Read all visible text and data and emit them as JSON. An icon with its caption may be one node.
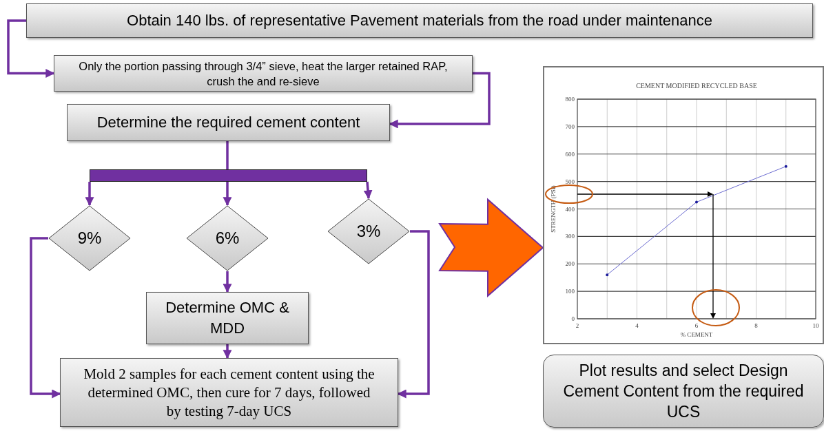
{
  "diagram": {
    "nodes": [
      {
        "text": [
          "Obtain 140 lbs. of representative Pavement materials from the road under maintenance"
        ]
      },
      {
        "text": [
          "Only the portion passing through 3/4” sieve, heat the larger retained RAP, crush the and re-sieve"
        ]
      },
      {
        "text": [
          "Determine the required cement content"
        ]
      },
      {
        "text": [],
        "shape": "bar"
      },
      {
        "text": [
          "9%"
        ]
      },
      {
        "text": [
          "6%"
        ]
      },
      {
        "text": [
          "3%"
        ]
      },
      {
        "text": [
          "Determine OMC & MDD"
        ]
      },
      {
        "text": [
          "Mold 2 samples for each cement content using the determined OMC, then cure for 7 days, followed by testing 7-day UCS"
        ]
      },
      {
        "text": [],
        "shape": "box"
      },
      {
        "text": [
          "Plot results and select Design Cement Content from the required UCS"
        ]
      }
    ],
    "edges": [
      {
        "from": 0,
        "to": 1,
        "arrow": "to"
      },
      {
        "from": 1,
        "to": 2,
        "arrow": "to"
      },
      {
        "from": 2,
        "to": 3,
        "arrow": "none"
      },
      {
        "from": 3,
        "to": 4,
        "arrow": "to"
      },
      {
        "from": 3,
        "to": 5,
        "arrow": "to"
      },
      {
        "from": 3,
        "to": 6,
        "arrow": "to"
      },
      {
        "from": 5,
        "to": 7,
        "arrow": "to"
      },
      {
        "from": 7,
        "to": 8,
        "arrow": "to"
      },
      {
        "from": 4,
        "to": 8,
        "arrow": "to"
      },
      {
        "from": 6,
        "to": 8,
        "arrow": "to"
      },
      {
        "from": null,
        "to": 9,
        "arrow": "to",
        "style": "thick",
        "color": "#ff6600"
      }
    ],
    "chart_data": {
      "type": "line",
      "title": "CEMENT MODIFIED RECYCLED BASE",
      "xlabel": "% CEMENT",
      "ylabel": "STRENGTH (PSI)",
      "x": [
        3,
        6,
        9
      ],
      "series": [
        {
          "color": "#6b6bd0",
          "values": [
            160,
            425,
            555
          ]
        }
      ],
      "xlim": [
        2,
        10
      ],
      "ylim": [
        0,
        800
      ],
      "xticks": [
        2,
        4,
        6,
        8,
        10
      ],
      "yticks": [
        0,
        100,
        200,
        300,
        400,
        500,
        600,
        700,
        800
      ],
      "grid": true
    }
  }
}
